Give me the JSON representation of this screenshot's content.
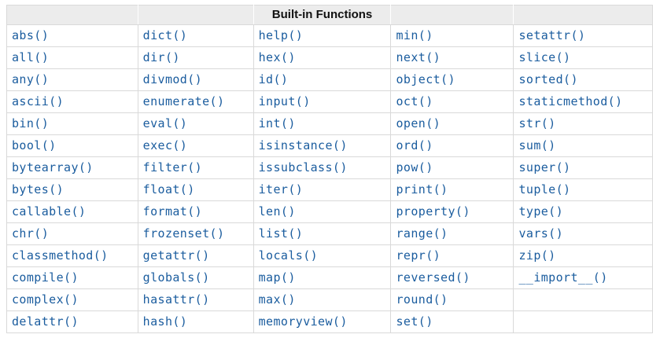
{
  "table": {
    "title": "Built-in Functions",
    "header": [
      "",
      "",
      "Built-in Functions",
      "",
      ""
    ],
    "rows": [
      [
        "abs()",
        "dict()",
        "help()",
        "min()",
        "setattr()"
      ],
      [
        "all()",
        "dir()",
        "hex()",
        "next()",
        "slice()"
      ],
      [
        "any()",
        "divmod()",
        "id()",
        "object()",
        "sorted()"
      ],
      [
        "ascii()",
        "enumerate()",
        "input()",
        "oct()",
        "staticmethod()"
      ],
      [
        "bin()",
        "eval()",
        "int()",
        "open()",
        "str()"
      ],
      [
        "bool()",
        "exec()",
        "isinstance()",
        "ord()",
        "sum()"
      ],
      [
        "bytearray()",
        "filter()",
        "issubclass()",
        "pow()",
        "super()"
      ],
      [
        "bytes()",
        "float()",
        "iter()",
        "print()",
        "tuple()"
      ],
      [
        "callable()",
        "format()",
        "len()",
        "property()",
        "type()"
      ],
      [
        "chr()",
        "frozenset()",
        "list()",
        "range()",
        "vars()"
      ],
      [
        "classmethod()",
        "getattr()",
        "locals()",
        "repr()",
        "zip()"
      ],
      [
        "compile()",
        "globals()",
        "map()",
        "reversed()",
        "__import__()"
      ],
      [
        "complex()",
        "hasattr()",
        "max()",
        "round()",
        ""
      ],
      [
        "delattr()",
        "hash()",
        "memoryview()",
        "set()",
        ""
      ]
    ],
    "colors": {
      "link": "#1a5c9e",
      "border": "#d9d9d9",
      "header_bg": "#ececec",
      "header_text": "#111111"
    }
  }
}
